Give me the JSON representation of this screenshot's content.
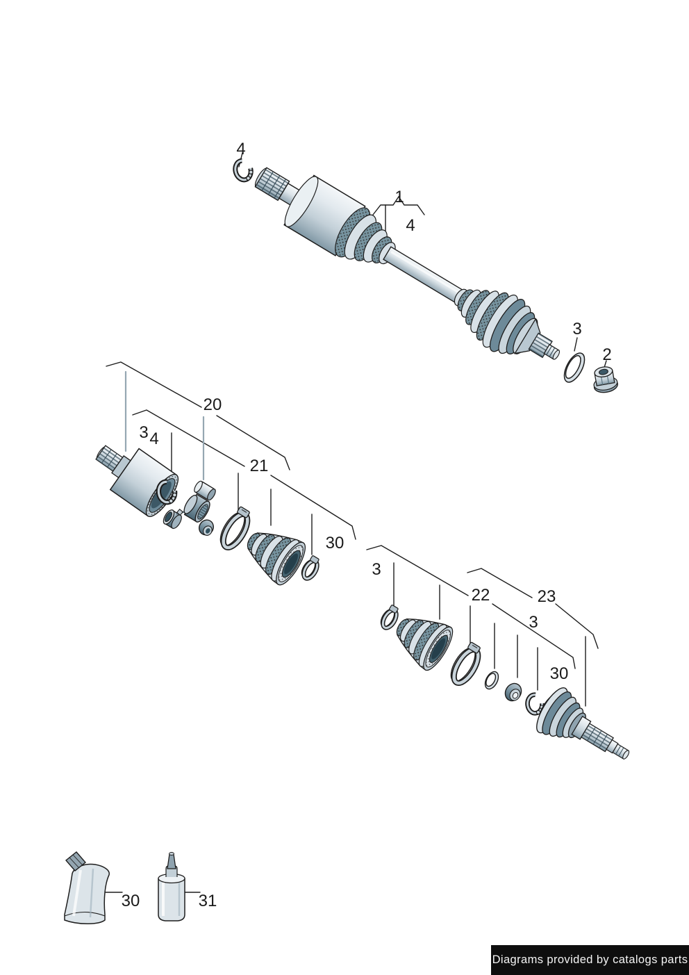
{
  "banner": {
    "text": "Diagrams provided by catalogs parts"
  },
  "callouts": {
    "c4_top": "4",
    "c1": "1",
    "c4_shaft": "4",
    "c3_shaft": "3",
    "c2": "2",
    "c20": "20",
    "c3_inner": "3",
    "c4_inner": "4",
    "c21": "21",
    "c30_inner": "30",
    "c3_mid": "3",
    "c22": "22",
    "c23": "23",
    "c3_outer": "3",
    "c30_outer": "30",
    "c30_grease": "30",
    "c31_sealant": "31"
  },
  "colors": {
    "outline": "#1d1d1d",
    "metal_light": "#e7edf1",
    "metal_mid": "#c3d0d8",
    "metal_dark": "#7d97a5",
    "teal_dark": "#44626f",
    "leader_gray": "#95a7b2",
    "banner_bg": "#0e0e0e",
    "banner_fg": "#f5f5f5"
  }
}
